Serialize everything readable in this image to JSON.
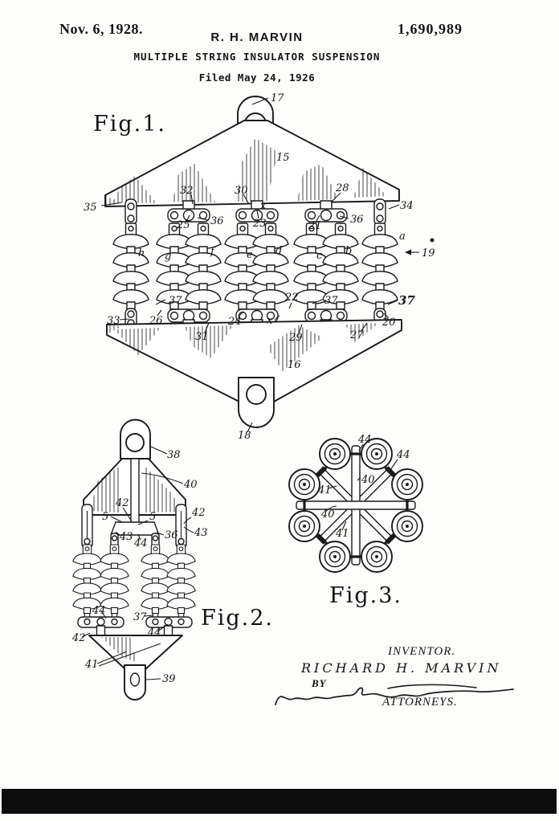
{
  "header": {
    "issue_date": "Nov. 6, 1928.",
    "inventor_initials_name": "R. H. MARVIN",
    "patent_number": "1,690,989",
    "title": "MULTIPLE STRING INSULATOR SUSPENSION",
    "filed": "Filed May 24, 1926"
  },
  "fig1": {
    "caption": "Fig.1.",
    "string_letters": [
      "h",
      "g",
      "f",
      "e",
      "d",
      "c",
      "b",
      "a"
    ],
    "refs": {
      "top_shackle": "17",
      "upper_plate": "15",
      "left_link": "35",
      "clevis_left": "32",
      "clevis_center": "30",
      "x_upper": "x",
      "clevis_right": "28",
      "right_link": "34",
      "link_25": "25",
      "link_36_left": "36",
      "link_23": "23",
      "link_21": "21",
      "link_36_right": "36",
      "arrow_19": "19",
      "link_37_left": "37",
      "link_22": "22",
      "link_37_mid": "37",
      "link_37_right": "37",
      "plate_end_33": "33",
      "clevis_26": "26",
      "pin_31": "31",
      "clevis_24": "24",
      "x_lower": "x",
      "pin_29": "29",
      "pin_27": "27",
      "clevis_20": "20",
      "lower_plate": "16",
      "bottom_shackle": "18"
    }
  },
  "fig2": {
    "caption": "Fig.2.",
    "refs": {
      "top_lug": "38",
      "center_bar": "40",
      "strap_42_left": "42",
      "spring_5_left": "5",
      "spring_5_right": "5",
      "strap_42_right": "42",
      "link_43_left": "43",
      "yoke_44_top": "44",
      "link_36": "36",
      "link_43_right": "43",
      "yoke_44_left": "44",
      "link_37": "37",
      "yoke_44_right": "44",
      "strap_42_bottom": "42",
      "bottom_plate": "41",
      "bottom_lug": "39"
    }
  },
  "fig3": {
    "caption": "Fig.3.",
    "refs": {
      "yoke_44_top": "44",
      "yoke_44_right": "44",
      "bar_40_vertical": "40",
      "bar_41_upper": "41",
      "bar_40_horizontal": "40",
      "bar_41_lower": "41"
    }
  },
  "signature": {
    "inventor_caption": "INVENTOR.",
    "inventor_name": "RICHARD H. MARVIN",
    "by_label": "BY",
    "attorneys_caption": "ATTORNEYS."
  }
}
